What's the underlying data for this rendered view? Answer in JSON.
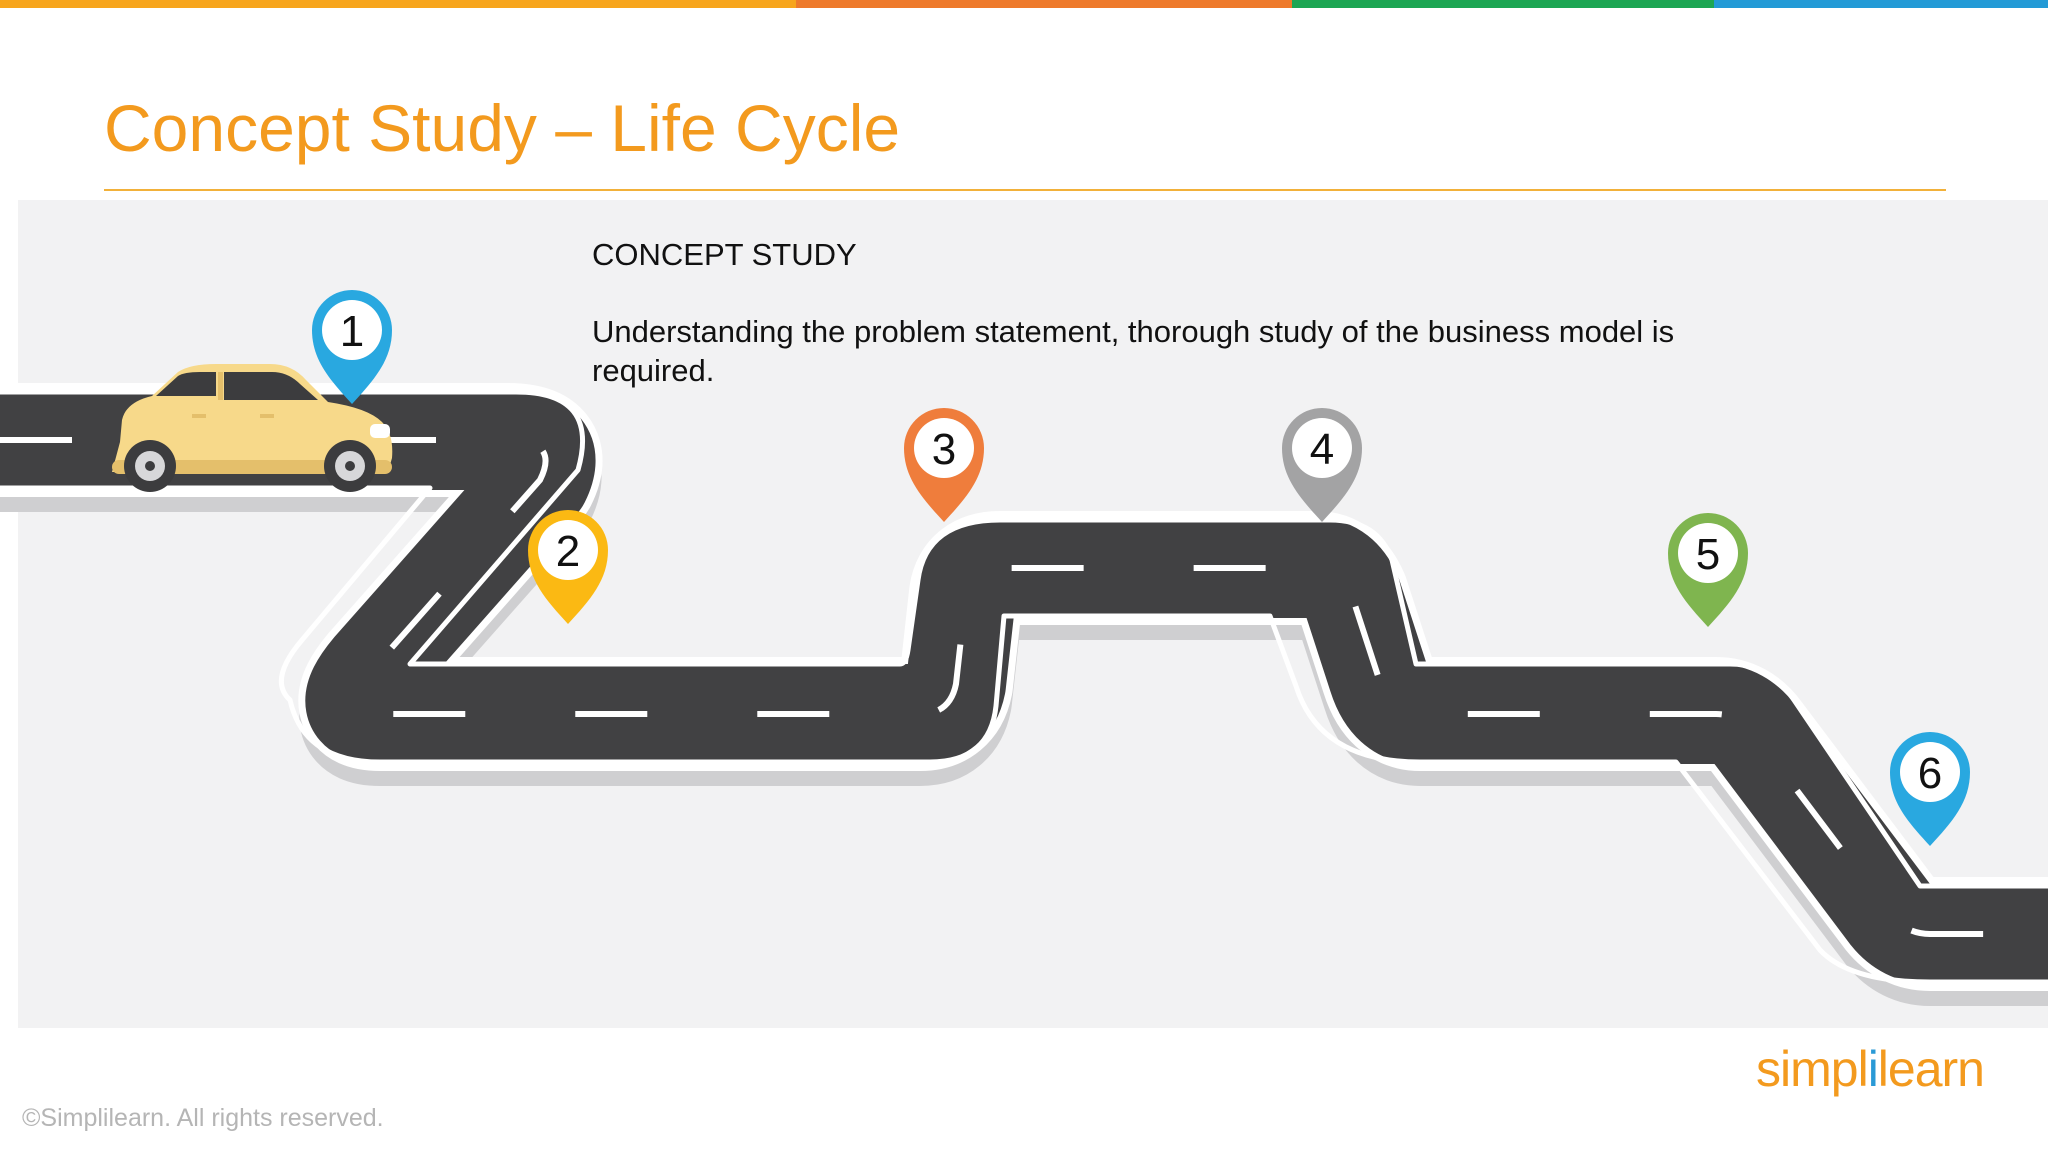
{
  "colors": {
    "top_bar": [
      "#f7a51c",
      "#ee7a2b",
      "#1da653",
      "#239ad6"
    ],
    "title": "#f39a1e",
    "rule": "#f2b13a",
    "road": "#414143",
    "road_shadow": "#cfcfd1",
    "car_body": "#f7d98a"
  },
  "title": "Concept Study – Life Cycle",
  "content": {
    "heading": "CONCEPT STUDY",
    "body": "Understanding the problem statement, thorough study of the business model is required."
  },
  "stages": [
    {
      "label": "1",
      "color": "#29a8e0",
      "icon": "map-pin-icon"
    },
    {
      "label": "2",
      "color": "#fbb913",
      "icon": "map-pin-icon"
    },
    {
      "label": "3",
      "color": "#ef7d3c",
      "icon": "map-pin-icon"
    },
    {
      "label": "4",
      "color": "#a3a3a4",
      "icon": "map-pin-icon"
    },
    {
      "label": "5",
      "color": "#7fb54f",
      "icon": "map-pin-icon"
    },
    {
      "label": "6",
      "color": "#29a8e0",
      "icon": "map-pin-icon"
    }
  ],
  "footer": {
    "logo_a": "simpl",
    "logo_b": "i",
    "logo_c": "learn",
    "copyright": "©Simplilearn. All rights reserved."
  }
}
